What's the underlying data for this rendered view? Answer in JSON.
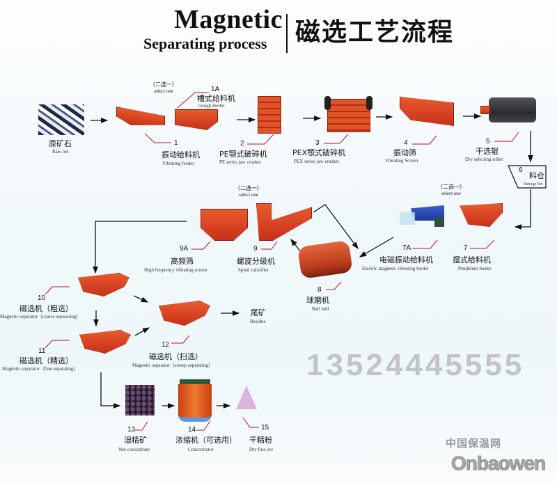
{
  "title": {
    "en_line1": "Magnetic",
    "en_line2": "Separating process",
    "zh": "磁选工艺流程"
  },
  "select_one": {
    "zh": "（二选一）",
    "en": "select one"
  },
  "nodes": {
    "raw_ore": {
      "zh": "原矿石",
      "en": "Raw ore"
    },
    "n1": {
      "num": "1",
      "zh": "振动给料机",
      "en": "Vibrating feeder"
    },
    "n1a": {
      "num": "1A",
      "zh": "槽式给料机",
      "en": "trough feeder"
    },
    "n2": {
      "num": "2",
      "zh": "PE颚式破碎机",
      "en": "PE series jaw crusher"
    },
    "n3": {
      "num": "3",
      "zh": "PEX颚式破碎机",
      "en": "PEX series jaw crusher"
    },
    "n4": {
      "num": "4",
      "zh": "振动筛",
      "en": "Vibrating Screen"
    },
    "n5": {
      "num": "5",
      "zh": "干选辊",
      "en": "Dry selecting roller"
    },
    "n6": {
      "num": "6",
      "zh": "料仓",
      "en": "Storage bin"
    },
    "n7": {
      "num": "7",
      "zh": "摆式给料机",
      "en": "Pendulum feeder"
    },
    "n7a": {
      "num": "7A",
      "zh": "电磁振动给料机",
      "en": "Electric magnetic vibrating feeder"
    },
    "n8": {
      "num": "8",
      "zh": "球磨机",
      "en": "Ball mill"
    },
    "n9": {
      "num": "9",
      "zh": "螺旋分级机",
      "en": "Spiral calssifier"
    },
    "n9a": {
      "num": "9A",
      "zh": "高频筛",
      "en": "High frequency vibrating screen"
    },
    "n10": {
      "num": "10",
      "zh": "磁选机（粗选）",
      "en": "Magnetic separator（coarse separating）"
    },
    "n11": {
      "num": "11",
      "zh": "磁选机（精选）",
      "en": "Magnetic separator（fine separating）"
    },
    "n12": {
      "num": "12",
      "zh": "磁选机（扫选）",
      "en": "Magnetic separator（sweep separating）"
    },
    "residue": {
      "zh": "尾矿",
      "en": "Residue"
    },
    "n13": {
      "num": "13",
      "zh": "湿精矿",
      "en": "Wet concentrate"
    },
    "n14": {
      "num": "14",
      "zh": "浓缩机（可选用）",
      "en": "Concentrator"
    },
    "n15": {
      "num": "15",
      "zh": "干精粉",
      "en": "Dry fine ore"
    }
  },
  "watermark": "13524445555",
  "logo": {
    "zh": "中国保温网",
    "en": "Onbaowen"
  },
  "colors": {
    "machine_red": "#d9431f",
    "leader_red": "#c0101a",
    "arrow": "#111111",
    "watermark": "#9a9a9a"
  }
}
